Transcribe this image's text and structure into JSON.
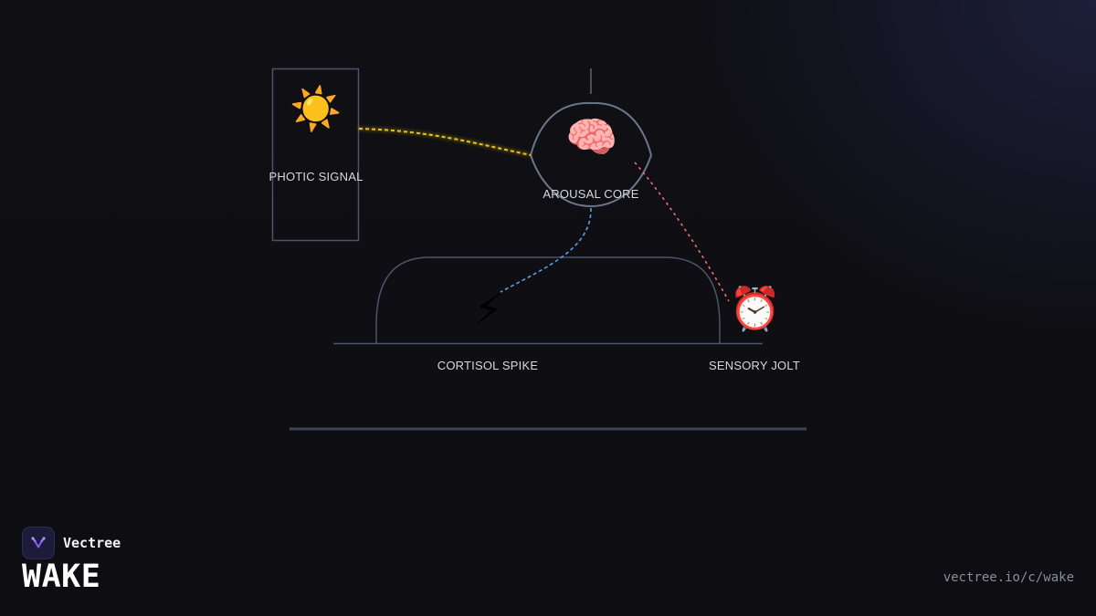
{
  "diagram": {
    "nodes": {
      "photic": {
        "label": "PHOTIC SIGNAL",
        "icon": "☀️",
        "icon_name": "sun-icon"
      },
      "arousal": {
        "label": "AROUSAL CORE",
        "icon": "🧠",
        "icon_name": "brain-icon"
      },
      "cortisol": {
        "label": "CORTISOL SPIKE",
        "icon": "⚡",
        "icon_name": "lightning-icon"
      },
      "sensory": {
        "label": "SENSORY JOLT",
        "icon": "⏰",
        "icon_name": "alarm-clock-icon"
      }
    },
    "connections": [
      {
        "from": "photic",
        "to": "arousal",
        "color": "#e8c21a"
      },
      {
        "from": "arousal",
        "to": "cortisol",
        "color": "#5b9cf0"
      },
      {
        "from": "arousal",
        "to": "sensory",
        "color": "#f07070"
      }
    ],
    "colors": {
      "outline": "#4a5568",
      "baseline": "#3a4556"
    }
  },
  "brand": {
    "name": "Vectree",
    "logo_icon": "vectree-logo-icon",
    "accent": "#8a5cf6"
  },
  "title": "WAKE",
  "footer": {
    "url": "vectree.io/c/wake"
  }
}
